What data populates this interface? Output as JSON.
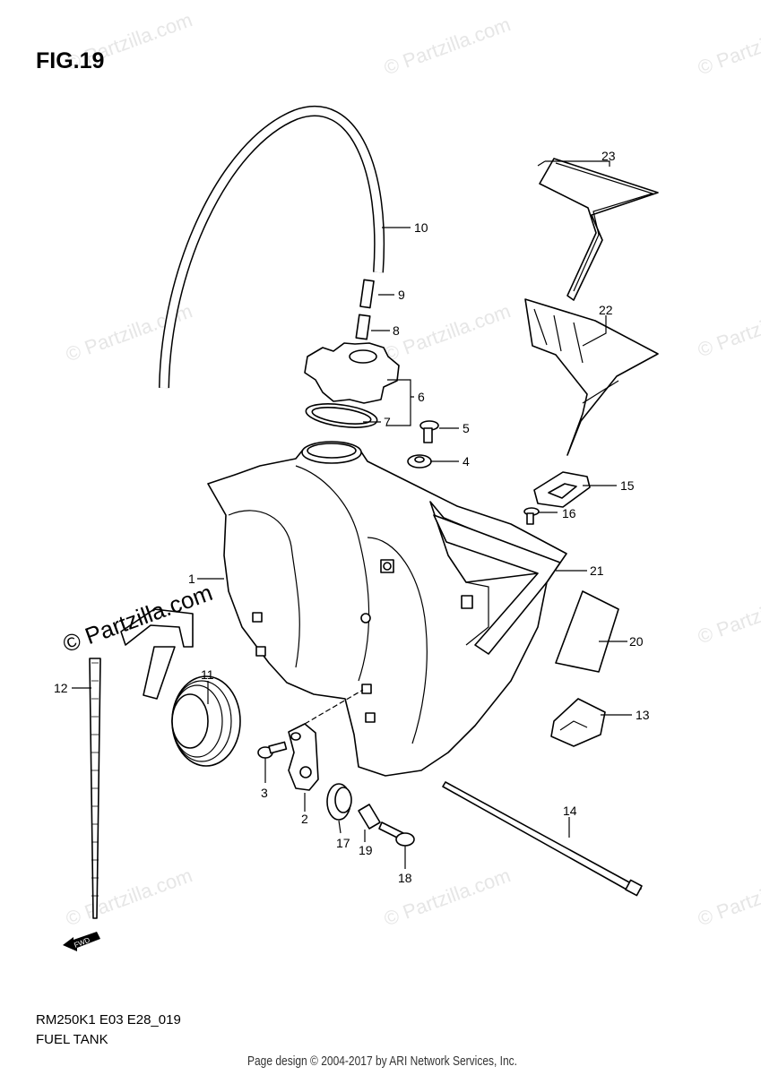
{
  "figure": {
    "title": "FIG.19",
    "code": "RM250K1 E03 E28_019",
    "name": "FUEL TANK"
  },
  "footer": "Page design © 2004-2017 by ARI Network Services, Inc.",
  "watermark": "© Partzilla.com",
  "direction_label": "FWD",
  "callouts": [
    {
      "label": "1"
    },
    {
      "label": "2"
    },
    {
      "label": "3"
    },
    {
      "label": "4"
    },
    {
      "label": "5"
    },
    {
      "label": "6"
    },
    {
      "label": "7"
    },
    {
      "label": "8"
    },
    {
      "label": "9"
    },
    {
      "label": "10"
    },
    {
      "label": "11"
    },
    {
      "label": "12"
    },
    {
      "label": "13"
    },
    {
      "label": "14"
    },
    {
      "label": "15"
    },
    {
      "label": "16"
    },
    {
      "label": "17"
    },
    {
      "label": "18"
    },
    {
      "label": "19"
    },
    {
      "label": "20"
    },
    {
      "label": "21"
    },
    {
      "label": "22"
    },
    {
      "label": "23"
    }
  ]
}
